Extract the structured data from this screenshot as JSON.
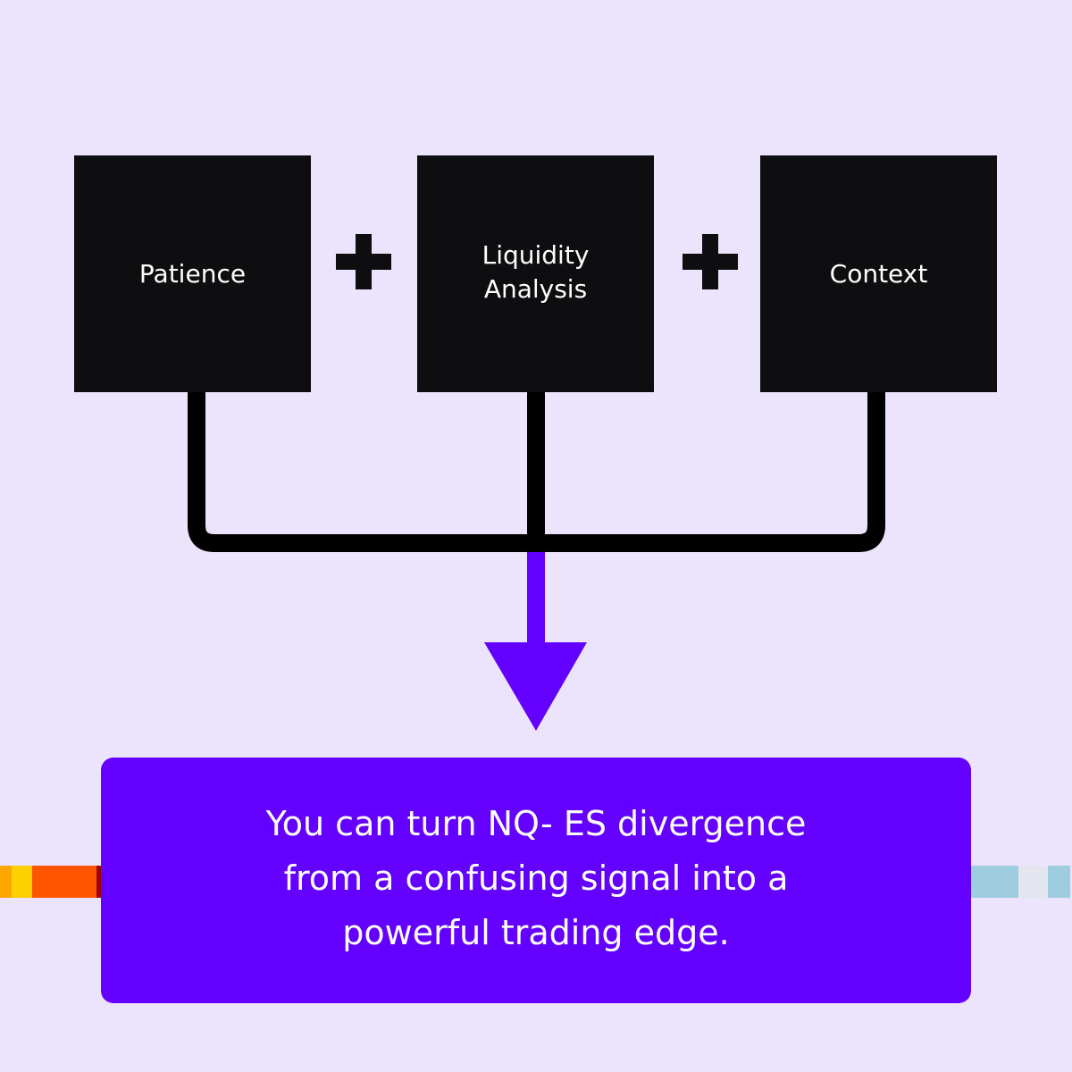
{
  "diagram": {
    "inputs": [
      {
        "label": "Patience"
      },
      {
        "label": "Liquidity\nAnalysis"
      },
      {
        "label": "Context"
      }
    ],
    "operators": [
      "plus",
      "plus"
    ],
    "result": {
      "text": "You can turn NQ- ES divergence\nfrom a confusing signal into a\npowerful trading edge."
    },
    "colors": {
      "background": "#ECE4FC",
      "input_box": "#0E0E10",
      "connector": "#000000",
      "arrow": "#6400FF",
      "result_box": "#6400FF",
      "left_strip": [
        "#FFA500",
        "#FFD000",
        "#FF5500",
        "#A00000"
      ],
      "right_strip": [
        "#9ECDE0",
        "#E3E6EE",
        "#9ECDE0"
      ]
    }
  }
}
